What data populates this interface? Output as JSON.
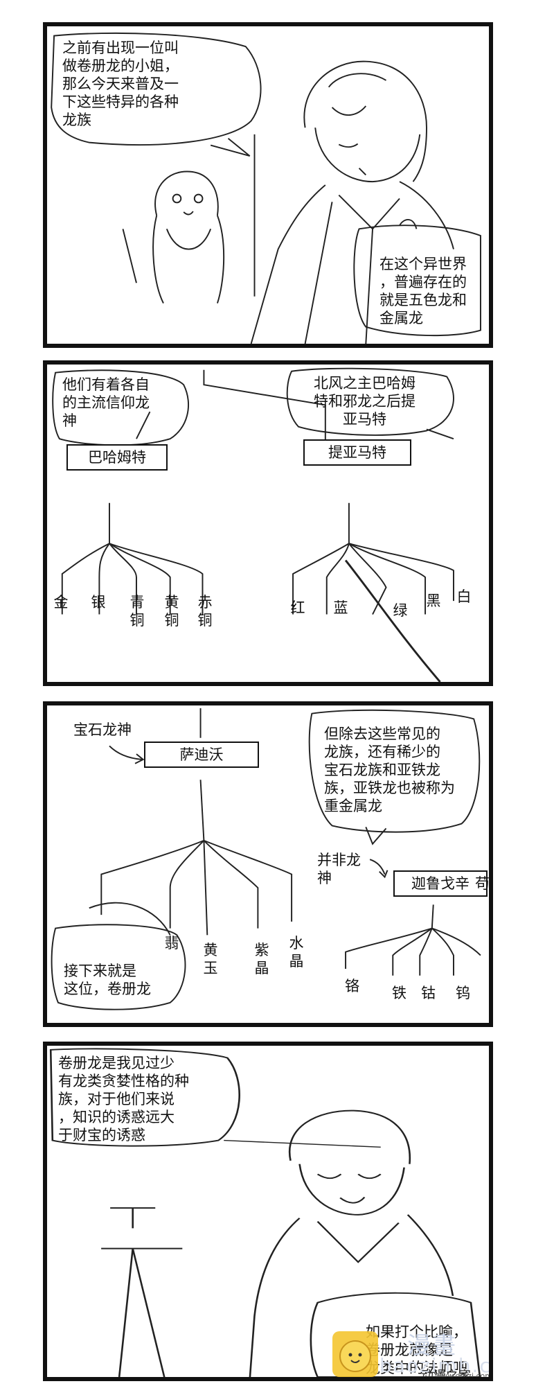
{
  "panel1": {
    "bubble_left": [
      "之前有出现一位叫",
      "做卷册龙的小姐，",
      "那么今天来普及一",
      "下这些特异的各种",
      "龙族"
    ],
    "bubble_right": [
      "在这个异世界",
      "，普遍存在的",
      "就是五色龙和",
      "金属龙"
    ]
  },
  "panel2": {
    "bubble_left": [
      "他们有着各自",
      "的主流信仰龙",
      "神"
    ],
    "bubble_right": [
      "北风之主巴哈姆",
      "特和邪龙之后提",
      "亚马特"
    ],
    "box_left": "巴哈姆特",
    "box_right": "提亚马特",
    "metal_dragons": [
      "金",
      "银",
      "青铜",
      "黄铜",
      "赤铜"
    ],
    "chromatic_dragons": [
      "红",
      "蓝",
      "绿",
      "黑",
      "白"
    ]
  },
  "panel3": {
    "label_gem_god": "宝石龙神",
    "box_gem": "萨迪沃",
    "bubble_right": [
      "但除去这些常见的",
      "龙族，还有稀少的",
      "宝石龙族和亚铁龙",
      "族，亚铁龙也被称为",
      "重金属龙"
    ],
    "label_not_god": [
      "并非龙",
      "神"
    ],
    "box_ferrous": "迦鲁戈辛",
    "box_ferrous_extra": "苟",
    "gem_dragons": [
      "翡",
      "黄玉",
      "紫晶",
      "水晶"
    ],
    "ferrous_dragons": [
      "铬",
      "铁",
      "钴",
      "钨"
    ],
    "bubble_bottom": [
      "接下来就是",
      "这位，卷册龙"
    ]
  },
  "panel4": {
    "bubble_top": [
      "卷册龙是我见过少",
      "有龙类贪婪性格的种",
      "族，对于他们来说",
      "，知识的诱惑远大",
      "于财宝的诱惑"
    ],
    "bubble_bottom": [
      "如果打个比喻，",
      "卷册龙就像是",
      "龙类中的法师吧"
    ]
  },
  "watermark": {
    "brand_text": "baozimh.com",
    "cjk_text": "漫畫",
    "site_text": "www.dmzj.com",
    "site_name": "动漫之家"
  }
}
